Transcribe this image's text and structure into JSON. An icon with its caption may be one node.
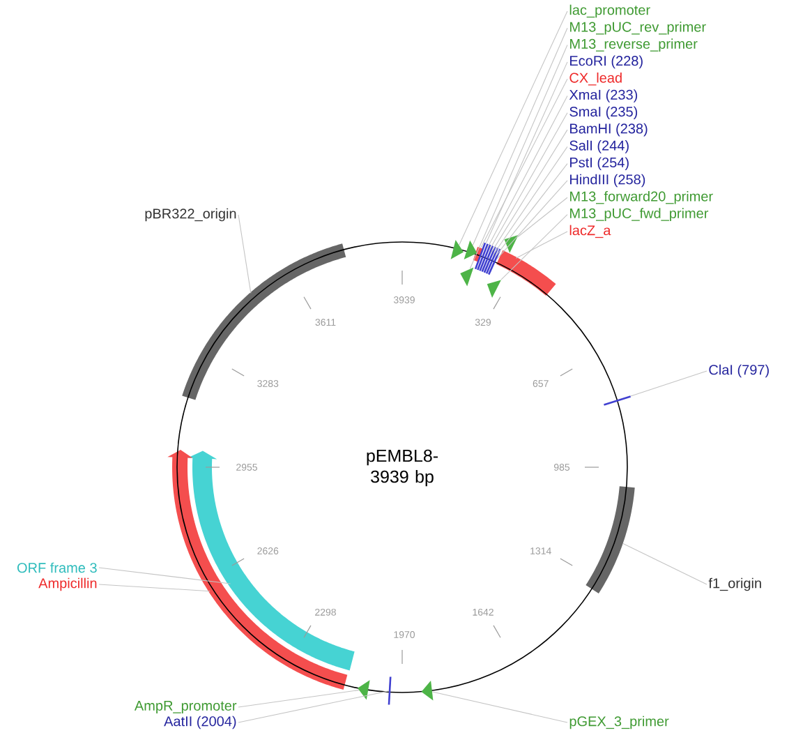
{
  "diagram": {
    "title": "pEMBL8- 3939 bp",
    "nodes": [
      {
        "text": [
          "lac_promoter"
        ]
      },
      {
        "text": [
          "M13_pUC_rev_primer"
        ]
      },
      {
        "text": [
          "M13_reverse_primer"
        ]
      },
      {
        "text": [
          "EcoRI (228)"
        ]
      },
      {
        "text": [
          "CX_lead"
        ]
      },
      {
        "text": [
          "XmaI (233)"
        ]
      },
      {
        "text": [
          "SmaI (235)"
        ]
      },
      {
        "text": [
          "BamHI (238)"
        ]
      },
      {
        "text": [
          "SalI (244)"
        ]
      },
      {
        "text": [
          "PstI (254)"
        ]
      },
      {
        "text": [
          "HindIII (258)"
        ]
      },
      {
        "text": [
          "M13_forward20_primer"
        ]
      },
      {
        "text": [
          "M13_pUC_fwd_primer"
        ]
      },
      {
        "text": [
          "lacZ_a"
        ]
      },
      {
        "text": [
          "pBR322_origin"
        ]
      },
      {
        "text": [
          "ClaI (797)"
        ]
      },
      {
        "text": [
          "f1_origin"
        ]
      },
      {
        "text": [
          "ORF frame 3"
        ]
      },
      {
        "text": [
          "Ampicillin"
        ]
      },
      {
        "text": [
          "AmpR_promoter"
        ]
      },
      {
        "text": [
          "AatII (2004)"
        ]
      },
      {
        "text": [
          "pGEX_3_primer"
        ]
      },
      {
        "text": [],
        "shape": "triangle"
      },
      {
        "text": [],
        "shape": "triangle"
      },
      {
        "text": [],
        "shape": "triangle"
      },
      {
        "text": [],
        "shape": "line"
      },
      {
        "text": [],
        "shape": "arc"
      },
      {
        "text": [],
        "shape": "line"
      },
      {
        "text": [],
        "shape": "line"
      },
      {
        "text": [],
        "shape": "line"
      },
      {
        "text": [],
        "shape": "line"
      },
      {
        "text": [],
        "shape": "line"
      },
      {
        "text": [],
        "shape": "line"
      },
      {
        "text": [],
        "shape": "triangle"
      },
      {
        "text": [],
        "shape": "triangle"
      },
      {
        "text": [],
        "shape": "arc"
      },
      {
        "text": [],
        "shape": "arc"
      },
      {
        "text": [],
        "shape": "line"
      },
      {
        "text": [],
        "shape": "arc"
      },
      {
        "text": [],
        "shape": "arrow"
      },
      {
        "text": [],
        "shape": "arrow"
      },
      {
        "text": [],
        "shape": "triangle"
      },
      {
        "text": [],
        "shape": "line"
      },
      {
        "text": [],
        "shape": "triangle"
      }
    ],
    "edges": [
      {
        "from": 0,
        "to": 22,
        "arrow": "none"
      },
      {
        "from": 1,
        "to": 23,
        "arrow": "none"
      },
      {
        "from": 2,
        "to": 24,
        "arrow": "none"
      },
      {
        "from": 3,
        "to": 25,
        "arrow": "none"
      },
      {
        "from": 4,
        "to": 26,
        "arrow": "none"
      },
      {
        "from": 5,
        "to": 27,
        "arrow": "none"
      },
      {
        "from": 6,
        "to": 28,
        "arrow": "none"
      },
      {
        "from": 7,
        "to": 29,
        "arrow": "none"
      },
      {
        "from": 8,
        "to": 30,
        "arrow": "none"
      },
      {
        "from": 9,
        "to": 31,
        "arrow": "none"
      },
      {
        "from": 10,
        "to": 32,
        "arrow": "none"
      },
      {
        "from": 11,
        "to": 33,
        "arrow": "none"
      },
      {
        "from": 12,
        "to": 34,
        "arrow": "none"
      },
      {
        "from": 13,
        "to": 35,
        "arrow": "none"
      },
      {
        "from": 14,
        "to": 36,
        "arrow": "none"
      },
      {
        "from": 15,
        "to": 37,
        "arrow": "none"
      },
      {
        "from": 16,
        "to": 38,
        "arrow": "none"
      },
      {
        "from": 17,
        "to": 39,
        "arrow": "none"
      },
      {
        "from": 18,
        "to": 40,
        "arrow": "none"
      },
      {
        "from": 19,
        "to": 41,
        "arrow": "none"
      },
      {
        "from": 20,
        "to": 42,
        "arrow": "none"
      },
      {
        "from": 21,
        "to": 43,
        "arrow": "none"
      }
    ],
    "labels": [
      "3939",
      "329",
      "657",
      "985",
      "1314",
      "1642",
      "1970",
      "2298",
      "2626",
      "2955",
      "3283",
      "3611"
    ]
  }
}
